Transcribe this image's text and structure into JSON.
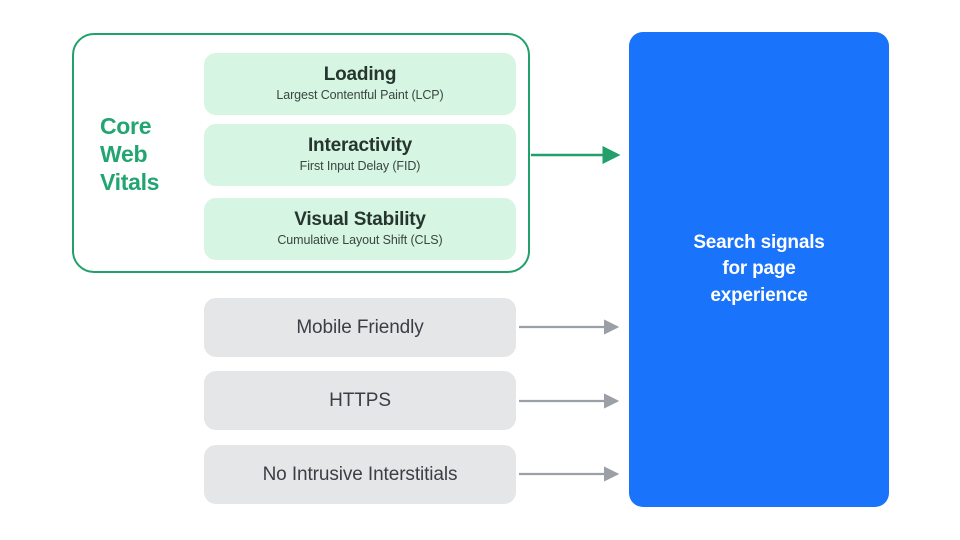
{
  "diagram": {
    "title": "Search signals for page experience",
    "colors": {
      "core_web_vitals_border": "#22a06b",
      "core_web_vitals_label": "#23a571",
      "metric_card_bg": "#d6f5e3",
      "signal_card_bg": "#e5e6e8",
      "outcome_bg": "#1a73fb",
      "outcome_text": "#ffffff",
      "green_arrow": "#22a06b",
      "gray_arrow": "#9aa0a6"
    }
  },
  "core_web_vitals": {
    "group_label": "Core\nWeb\nVitals",
    "metrics": [
      {
        "title": "Loading",
        "subtitle": "Largest Contentful Paint (LCP)"
      },
      {
        "title": "Interactivity",
        "subtitle": "First Input Delay (FID)"
      },
      {
        "title": "Visual Stability",
        "subtitle": "Cumulative Layout Shift (CLS)"
      }
    ]
  },
  "other_signals": [
    {
      "label": "Mobile Friendly"
    },
    {
      "label": "HTTPS"
    },
    {
      "label": "No Intrusive Interstitials"
    }
  ],
  "outcome": {
    "text": "Search signals\nfor page\nexperience"
  },
  "connectors": [
    {
      "name": "core-web-vitals-to-outcome",
      "style": "green"
    },
    {
      "name": "mobile-friendly-to-outcome",
      "style": "gray"
    },
    {
      "name": "https-to-outcome",
      "style": "gray"
    },
    {
      "name": "no-intrusive-interstitials-to-outcome",
      "style": "gray"
    }
  ]
}
